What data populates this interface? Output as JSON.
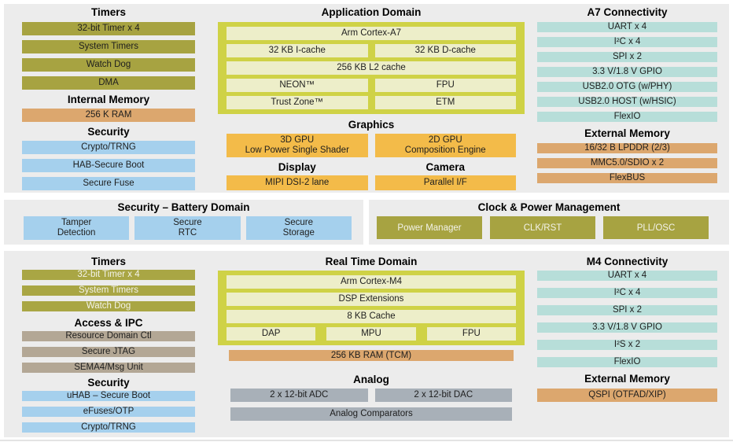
{
  "colors": {
    "panel_bg": "#ececec",
    "olive": "#a7a341",
    "tan": "#dca76e",
    "blue": "#a5d0ed",
    "teal": "#b7ded9",
    "amber": "#f3bb49",
    "gray": "#a8b0b8",
    "gray_tan": "#b3a795",
    "domain_container": "#cfd246",
    "domain_cell": "#edeec9"
  },
  "top_panel": {
    "left": {
      "timers_title": "Timers",
      "timers": [
        "32-bit Timer x 4",
        "System Timers",
        "Watch Dog",
        "DMA"
      ],
      "internal_memory_title": "Internal Memory",
      "internal_memory": [
        "256 K RAM"
      ],
      "security_title": "Security",
      "security": [
        "Crypto/TRNG",
        "HAB-Secure Boot",
        "Secure Fuse"
      ]
    },
    "app_domain": {
      "title": "Application Domain",
      "core": "Arm Cortex-A7",
      "icache": "32 KB I-cache",
      "dcache": "32 KB D-cache",
      "l2cache": "256 KB L2 cache",
      "neon": "NEON™",
      "fpu": "FPU",
      "trustzone": "Trust Zone™",
      "etm": "ETM"
    },
    "graphics": {
      "title": "Graphics",
      "gpu3d_line1": "3D GPU",
      "gpu3d_line2": "Low Power Single Shader",
      "gpu2d_line1": "2D GPU",
      "gpu2d_line2": "Composition Engine",
      "display_title": "Display",
      "display_item": "MIPI DSI-2 lane",
      "camera_title": "Camera",
      "camera_item": "Parallel I/F"
    },
    "connectivity": {
      "title": "A7 Connectivity",
      "items": [
        "UART x 4",
        "I²C x 4",
        "SPI x 2",
        "3.3 V/1.8 V GPIO",
        "USB2.0 OTG (w/PHY)",
        "USB2.0 HOST (w/HSIC)",
        "FlexIO"
      ],
      "ext_memory_title": "External Memory",
      "ext_memory": [
        "16/32 B LPDDR (2/3)",
        "MMC5.0/SDIO x 2",
        "FlexBUS"
      ]
    }
  },
  "battery_domain": {
    "title": "Security – Battery Domain",
    "items": [
      [
        "Tamper",
        "Detection"
      ],
      [
        "Secure",
        "RTC"
      ],
      [
        "Secure",
        "Storage"
      ]
    ]
  },
  "clock_power": {
    "title": "Clock & Power Management",
    "items": [
      "Power Manager",
      "CLK/RST",
      "PLL/OSC"
    ]
  },
  "bottom_panel": {
    "left": {
      "timers_title": "Timers",
      "timers": [
        "32-bit Timer x 4",
        "System Timers",
        "Watch Dog"
      ],
      "access_title": "Access & IPC",
      "access": [
        "Resource Domain Ctl",
        "Secure JTAG",
        "SEMA4/Msg Unit"
      ],
      "security_title": "Security",
      "security": [
        "uHAB – Secure Boot",
        "eFuses/OTP",
        "Crypto/TRNG"
      ]
    },
    "rt_domain": {
      "title": "Real Time Domain",
      "core": "Arm Cortex-M4",
      "dsp": "DSP Extensions",
      "cache": "8 KB Cache",
      "dap": "DAP",
      "mpu": "MPU",
      "fpu": "FPU",
      "ram": "256 KB RAM (TCM)"
    },
    "analog": {
      "title": "Analog",
      "adc": "2 x 12-bit ADC",
      "dac": "2 x 12-bit DAC",
      "comparators": "Analog Comparators"
    },
    "connectivity": {
      "title": "M4 Connectivity",
      "items": [
        "UART x 4",
        "I²C x 4",
        "SPI x 2",
        "3.3 V/1.8 V GPIO",
        "I²S x 2",
        "FlexIO"
      ],
      "ext_memory_title": "External Memory",
      "ext_memory": [
        "QSPI (OTFAD/XIP)"
      ]
    }
  }
}
